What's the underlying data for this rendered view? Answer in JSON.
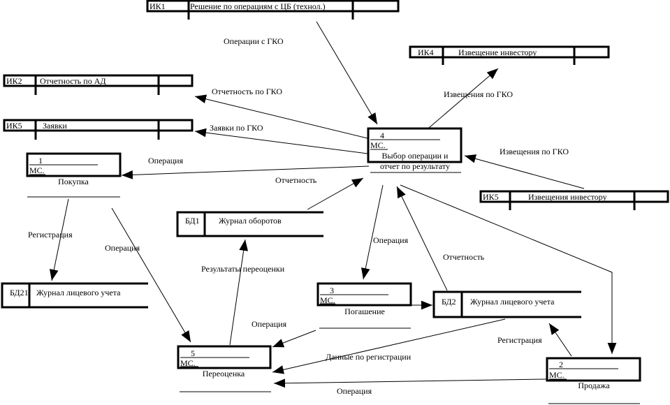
{
  "externals": [
    {
      "id": "ik1",
      "code": "ИК1",
      "name": "Решение по операциям с ЦБ (технол.)"
    },
    {
      "id": "ik4",
      "code": "ИК4",
      "name": "Извещение инвестору"
    },
    {
      "id": "ik2",
      "code": "ИК2",
      "name": "Отчетность по АД"
    },
    {
      "id": "ik5a",
      "code": "ИК5",
      "name": "Заявки"
    },
    {
      "id": "ik5b",
      "code": "ИК5",
      "name": "Извещения инвестору"
    }
  ],
  "stores": [
    {
      "id": "bd1",
      "code": "БД1",
      "name": "Журнал оборотов"
    },
    {
      "id": "bd21",
      "code": "БД21",
      "name": "Журнал лицевого учета"
    },
    {
      "id": "bd2",
      "code": "БД2",
      "name": "Журнал лицевого учета"
    }
  ],
  "processes": [
    {
      "id": "p4",
      "number": "4",
      "role": "МС.",
      "name_lines": [
        "Выбор операции и",
        "отчет по результату"
      ]
    },
    {
      "id": "p1",
      "number": "1",
      "role": "МС.",
      "name_lines": [
        "Покупка"
      ]
    },
    {
      "id": "p3",
      "number": "3",
      "role": "МС.",
      "name_lines": [
        "Погашение"
      ]
    },
    {
      "id": "p5",
      "number": "5",
      "role": "МС.",
      "name_lines": [
        "Переоценка"
      ]
    },
    {
      "id": "p2",
      "number": "2",
      "role": "МС.",
      "name_lines": [
        "Продажа"
      ]
    }
  ],
  "flows": [
    {
      "id": "f1",
      "label": "Операции с ГКО",
      "from": "ИК1",
      "to": "4"
    },
    {
      "id": "f2",
      "label": "Извещения по ГКО",
      "from": "4",
      "to": "ИК4"
    },
    {
      "id": "f3",
      "label": "Отчетность по ГКО",
      "from": "4",
      "to": "ИК2"
    },
    {
      "id": "f4",
      "label": "Заявки по ГКО",
      "from": "4",
      "to": "ИК5"
    },
    {
      "id": "f5",
      "label": "Извещения по ГКО",
      "from": "ИК5",
      "to": "4"
    },
    {
      "id": "f6",
      "label": "Операция",
      "from": "4",
      "to": "1"
    },
    {
      "id": "f7",
      "label": "Отчетность",
      "from": "БД1",
      "to": "4"
    },
    {
      "id": "f8",
      "label": "Регистрация",
      "from": "1",
      "to": "БД21"
    },
    {
      "id": "f9",
      "label": "Операция",
      "from": "1",
      "to": "5"
    },
    {
      "id": "f10",
      "label": "Результаты переоценки",
      "from": "5",
      "to": "БД1"
    },
    {
      "id": "f11",
      "label": "Операция",
      "from": "4",
      "to": "3"
    },
    {
      "id": "f12",
      "label": "Отчетность",
      "from": "БД2",
      "to": "4"
    },
    {
      "id": "f13",
      "label": "",
      "from": "3",
      "to": "БД2"
    },
    {
      "id": "f14",
      "label": "Операция",
      "from": "3",
      "to": "5"
    },
    {
      "id": "f15",
      "label": "Данные по регистрации",
      "from": "БД2",
      "to": "5"
    },
    {
      "id": "f16",
      "label": "Регистрация",
      "from": "2",
      "to": "БД2"
    },
    {
      "id": "f17",
      "label": "Операция",
      "from": "2",
      "to": "5"
    },
    {
      "id": "f18",
      "label": "",
      "from": "4",
      "to": "2"
    }
  ]
}
